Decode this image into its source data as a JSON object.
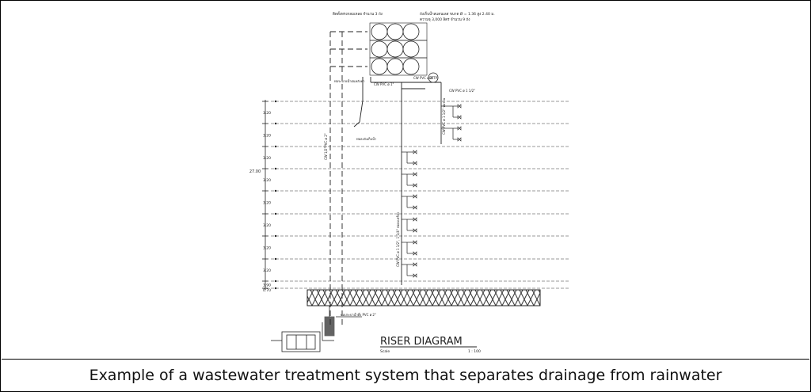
{
  "caption": "Example of a wastewater treatment system that separates drainage from rainwater",
  "diagram": {
    "title": "RISER DIAGRAM",
    "scale_label": "Scale",
    "scale_value": "1 : 100",
    "total_height": "27.00",
    "floor_heights": [
      "3.20",
      "3.20",
      "3.20",
      "3.20",
      "3.20",
      "3.20",
      "3.20",
      "3.20",
      "3.90",
      "0.70"
    ],
    "top_note_left": "ติดตั้งทรงกลมเหลอ จำนวน 3 ถัง",
    "top_note_right_1": "ถังเก็บน้ำสแตนเลส ขนาด Ø = 1.36 สูง 2.40 ม.",
    "top_note_right_2": "ความจุ 3,000 ลิตร จำนวน 9 ถัง",
    "pipe_labels": {
      "cw_top": "CW PVC ø 2\"",
      "cw_branch": "CW PVC ø 1\"",
      "cw_right": "CW PVC ø 1 1/2\"",
      "riser_left": "CW 1/2\"PVC ø 2\"",
      "riser_mid": "CW PVC ø 1 1/2\", 1 1/4\" ท่อลงเครื่อง",
      "riser_right": "CW PVC ø 1 1/2\" ท่อรวม",
      "pump": "BSTP",
      "supply": "ท่อประปาน้ำทิ้ง PVC ø 2\""
    },
    "left_note_1": "ท่อระบายน้ำฝนหลังคา",
    "left_note_2": "ท่อลงถังเก็บน้ำ"
  }
}
